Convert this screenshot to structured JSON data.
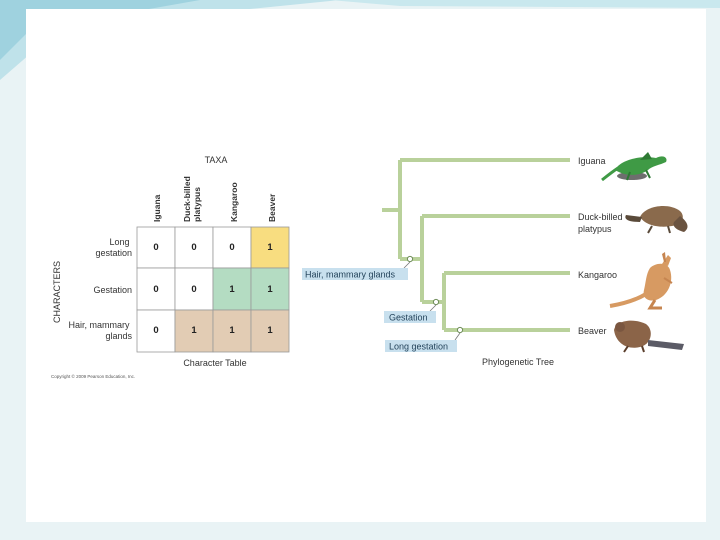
{
  "figure": {
    "taxa_axis_label": "TAXA",
    "characters_axis_label": "CHARACTERS",
    "table_caption": "Character Table",
    "tree_caption": "Phylogenetic Tree",
    "copyright": "Copyright © 2009 Pearson Education, Inc."
  },
  "table": {
    "columns": [
      "Iguana",
      "Duck-billed platypus",
      "Kangaroo",
      "Beaver"
    ],
    "rows": [
      {
        "label": "Long gestation",
        "values": [
          "0",
          "0",
          "0",
          "1"
        ]
      },
      {
        "label": "Gestation",
        "values": [
          "0",
          "0",
          "1",
          "1"
        ]
      },
      {
        "label": "Hair, mammary glands",
        "values": [
          "0",
          "1",
          "1",
          "1"
        ]
      }
    ],
    "colors": {
      "long_gestation": "#f8dd80",
      "gestation": "#b4dcc2",
      "hair": "#e2ccb4",
      "grid": "#999999"
    }
  },
  "tree": {
    "taxa": [
      {
        "name": "Iguana",
        "animal": "iguana-icon"
      },
      {
        "name": "Duck-billed platypus",
        "animal": "platypus-icon"
      },
      {
        "name": "Kangaroo",
        "animal": "kangaroo-icon"
      },
      {
        "name": "Beaver",
        "animal": "beaver-icon"
      }
    ],
    "labels": [
      "Hair, mammary glands",
      "Gestation",
      "Long gestation"
    ],
    "branch_color": "#b9d19b",
    "label_box_color": "#c8e0ee"
  }
}
